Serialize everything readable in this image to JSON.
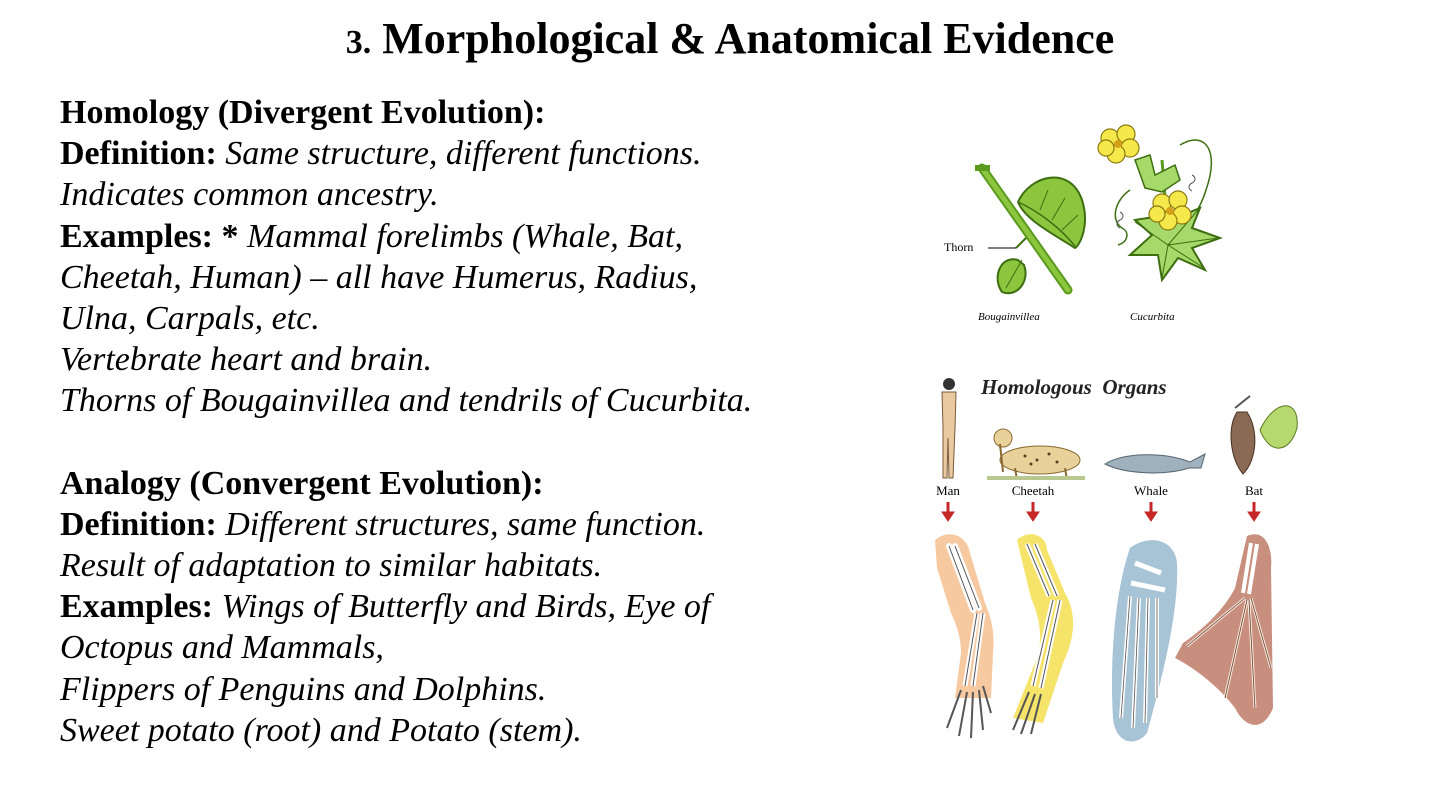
{
  "title": {
    "number": "3.",
    "text": "Morphological & Anatomical Evidence"
  },
  "homology": {
    "heading": "Homology (Divergent Evolution):",
    "definition_label": "Definition:",
    "definition_text": "Same structure, different functions.",
    "definition_cont": "Indicates common ancestry.",
    "examples_label": "Examples: *",
    "examples_line1": "Mammal forelimbs (Whale, Bat,",
    "examples_line2": "Cheetah, Human) – all have Humerus, Radius,",
    "examples_line3": "Ulna, Carpals, etc.",
    "example_2": "Vertebrate heart and brain.",
    "example_3": "Thorns of Bougainvillea and tendrils of Cucurbita."
  },
  "analogy": {
    "heading": "Analogy (Convergent Evolution):",
    "definition_label": "Definition:",
    "definition_text": "Different structures, same function.",
    "definition_cont": "Result of adaptation to similar habitats.",
    "examples_label": "Examples:",
    "examples_line1": "Wings of Butterfly and Birds, Eye of",
    "examples_line2": "Octopus and Mammals,",
    "example_2": "Flippers of Penguins and Dolphins.",
    "example_3": "Sweet potato (root) and Potato (stem)."
  },
  "plant_figure": {
    "thorn_label": "Thorn",
    "left_caption": "Bougainvillea",
    "right_caption": "Cucurbita"
  },
  "organs_figure": {
    "title": "Homologous  Organs",
    "labels": [
      "Man",
      "Cheetah",
      "Whale",
      "Bat"
    ]
  }
}
